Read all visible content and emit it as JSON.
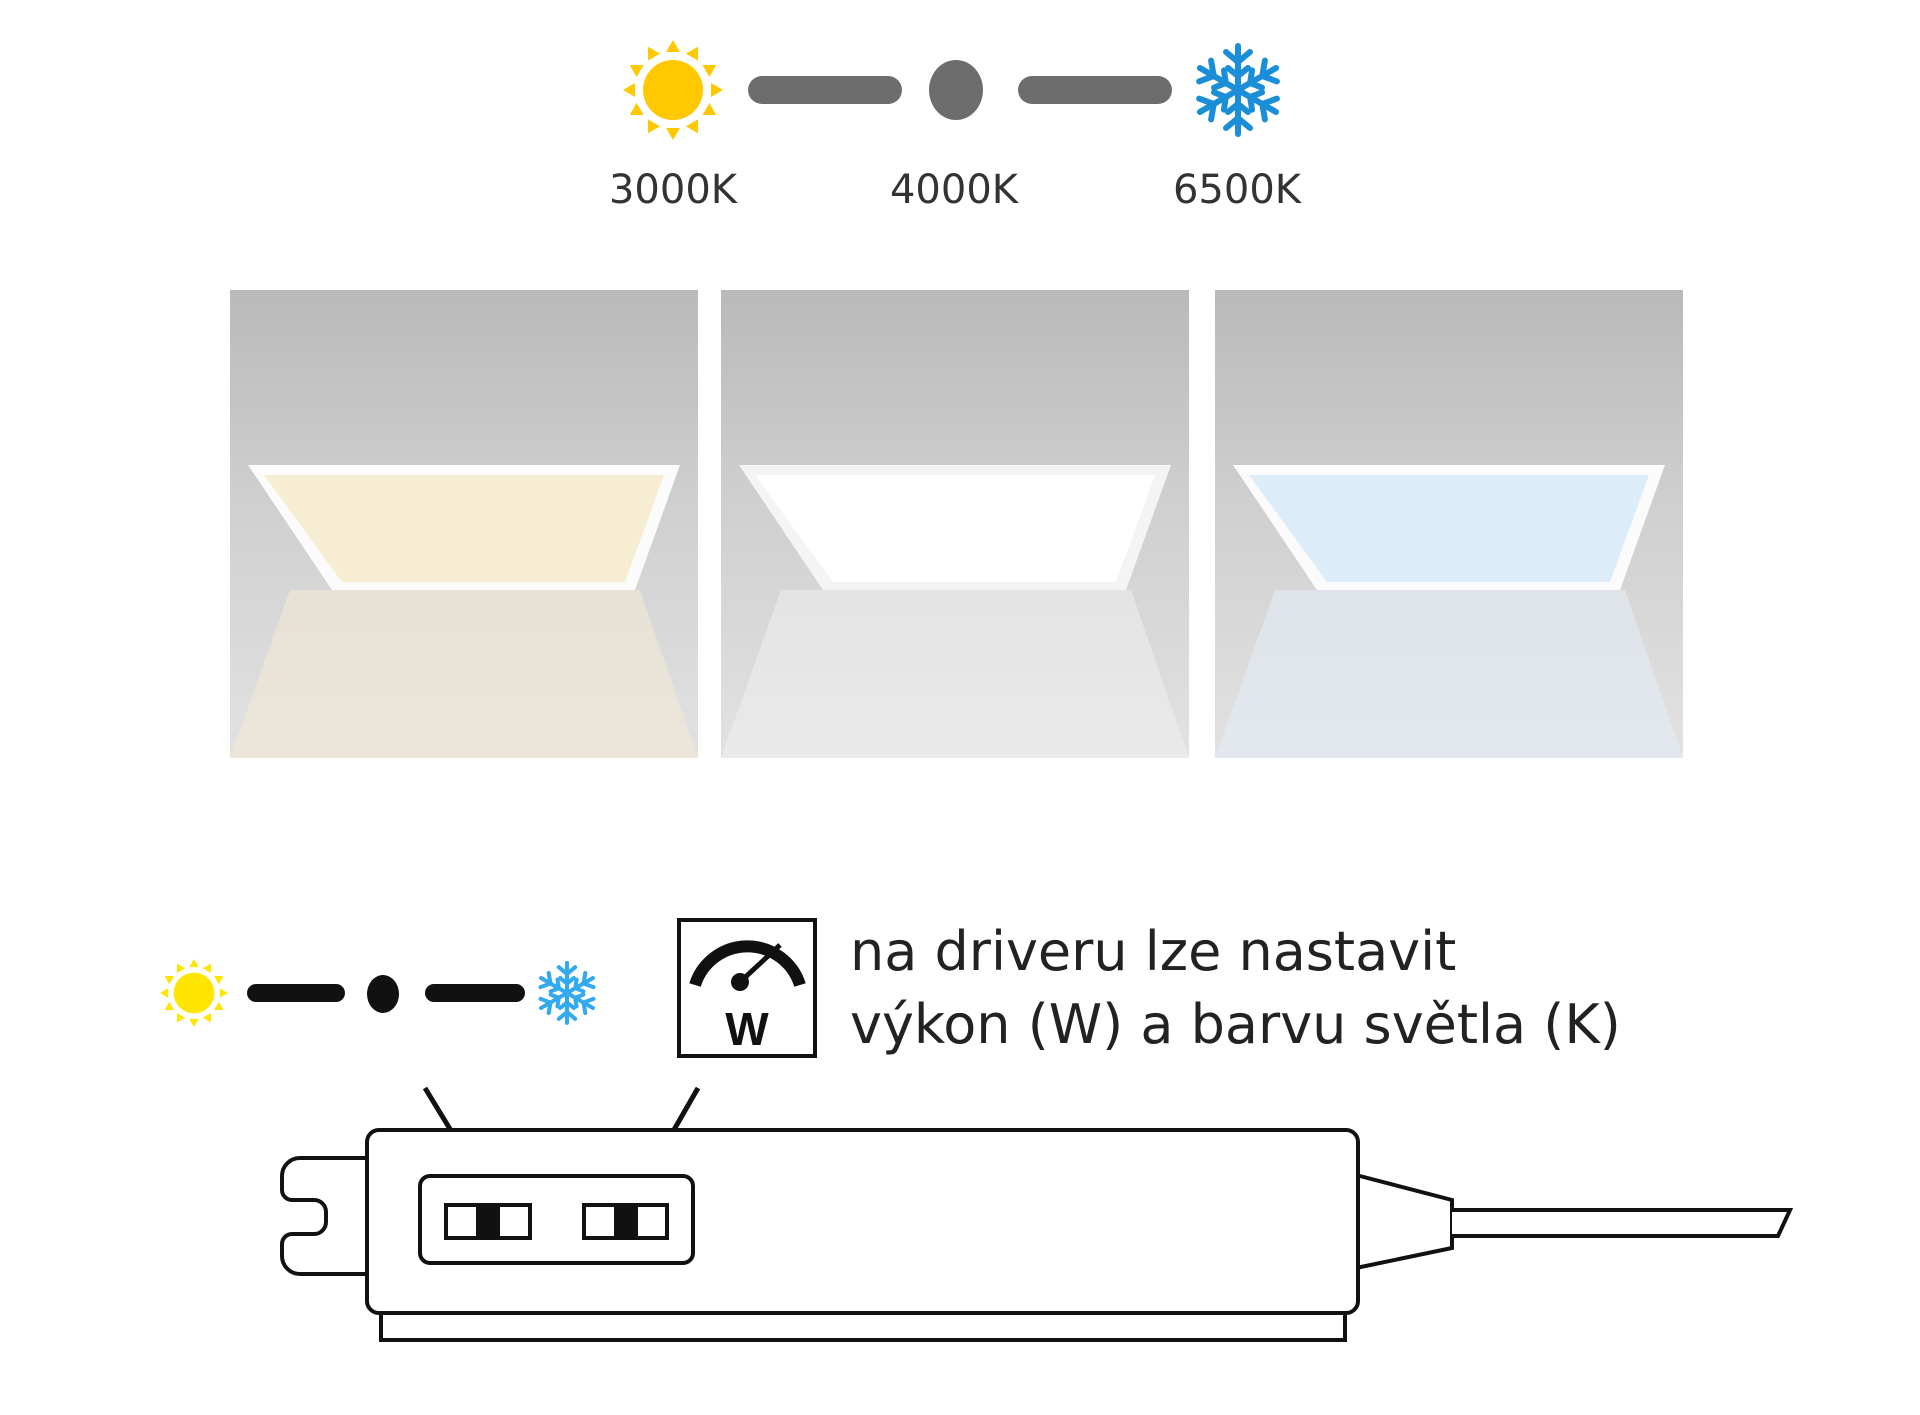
{
  "temperature_scale": {
    "labels": [
      "3000K",
      "4000K",
      "6500K"
    ],
    "icons": [
      "sun-icon",
      "snowflake-icon"
    ]
  },
  "panels": [
    {
      "name": "warm",
      "temperature": "3000K",
      "light_color": "#f7edd2"
    },
    {
      "name": "neutral",
      "temperature": "4000K",
      "light_color": "#ffffff"
    },
    {
      "name": "cool",
      "temperature": "6500K",
      "light_color": "#dcedf9"
    }
  ],
  "driver_info": {
    "icon_letter": "W",
    "line1": "na driveru lze nastavit",
    "line2": "výkon (W) a barvu světla (K)"
  },
  "colors": {
    "sun": "#ffc800",
    "sun_small": "#ffe600",
    "snow": "#1a8fd8",
    "bar_gray": "#6d6d6d",
    "bar_black": "#111111"
  }
}
